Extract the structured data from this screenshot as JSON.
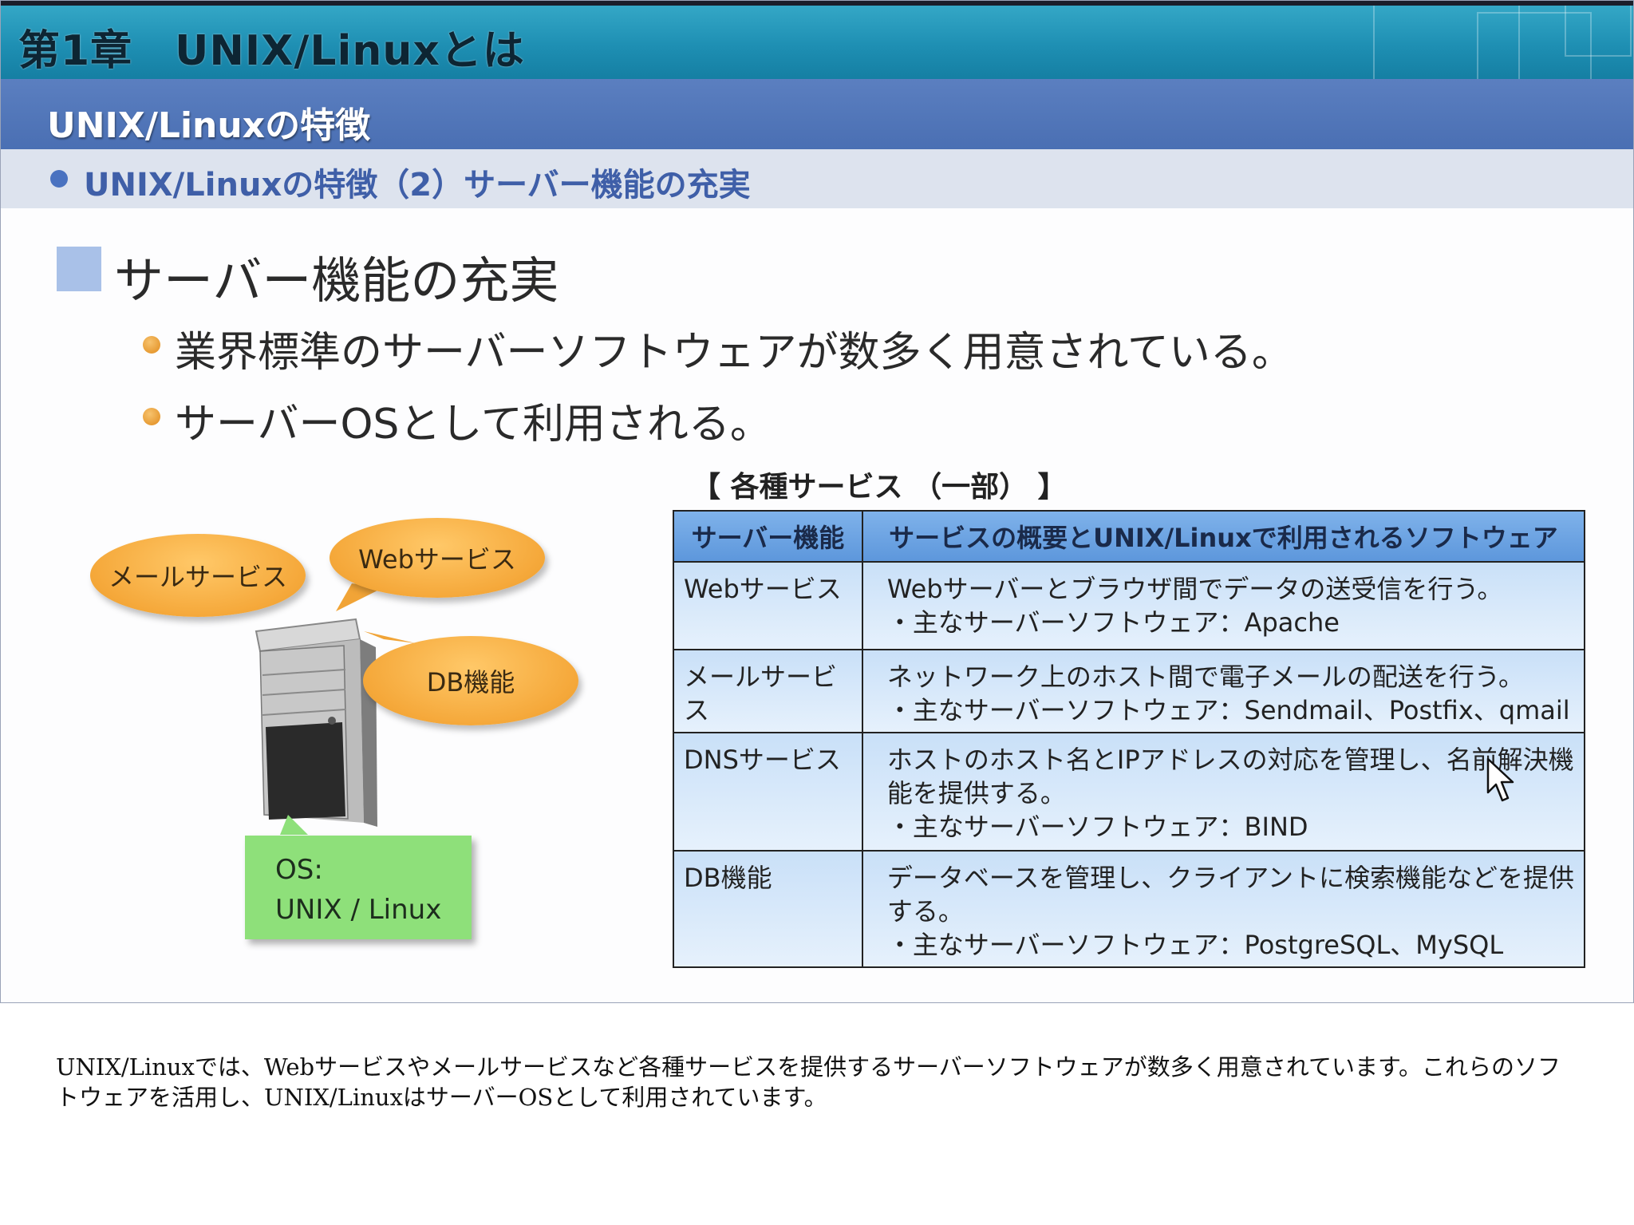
{
  "slide": {
    "chapter_title": "第1章　UNIX/Linuxとは",
    "section_title": "UNIX/Linuxの特徴",
    "sub_title": "UNIX/Linuxの特徴（2）サーバー機能の充実",
    "heading": "サーバー機能の充実",
    "bullets": [
      "業界標準のサーバーソフトウェアが数多く用意されている。",
      "サーバーOSとして利用される。"
    ]
  },
  "illustration": {
    "bubbles": {
      "mail": "メールサービス",
      "web": "Webサービス",
      "db": "DB機能"
    },
    "os_label": "OS:",
    "os_value": "UNIX / Linux"
  },
  "table": {
    "caption": "【 各種サービス （一部） 】",
    "headers": [
      "サーバー機能",
      "サービスの概要とUNIX/Linuxで利用されるソフトウェア"
    ],
    "rows": [
      {
        "function": "Webサービス",
        "lines": [
          "Webサーバーとブラウザ間でデータの送受信を行う。",
          "・主なサーバーソフトウェア：Apache"
        ]
      },
      {
        "function": "メールサービス",
        "lines": [
          "ネットワーク上のホスト間で電子メールの配送を行う。",
          "・主なサーバーソフトウェア：Sendmail、Postfix、qmail"
        ]
      },
      {
        "function": "DNSサービス",
        "lines": [
          "ホストのホスト名とIPアドレスの対応を管理し、名前解決機",
          "能を提供する。",
          "・主なサーバーソフトウェア：BIND"
        ]
      },
      {
        "function": "DB機能",
        "lines": [
          "データベースを管理し、クライアントに検索機能などを提供",
          "する。",
          "・主なサーバーソフトウェア：PostgreSQL、MySQL"
        ]
      }
    ]
  },
  "caption": "UNIX/Linuxでは、Webサービスやメールサービスなど各種サービスを提供するサーバーソフトウェアが数多く用意されています。これらのソフトウェアを活用し、UNIX/LinuxはサーバーOSとして利用されています。"
}
